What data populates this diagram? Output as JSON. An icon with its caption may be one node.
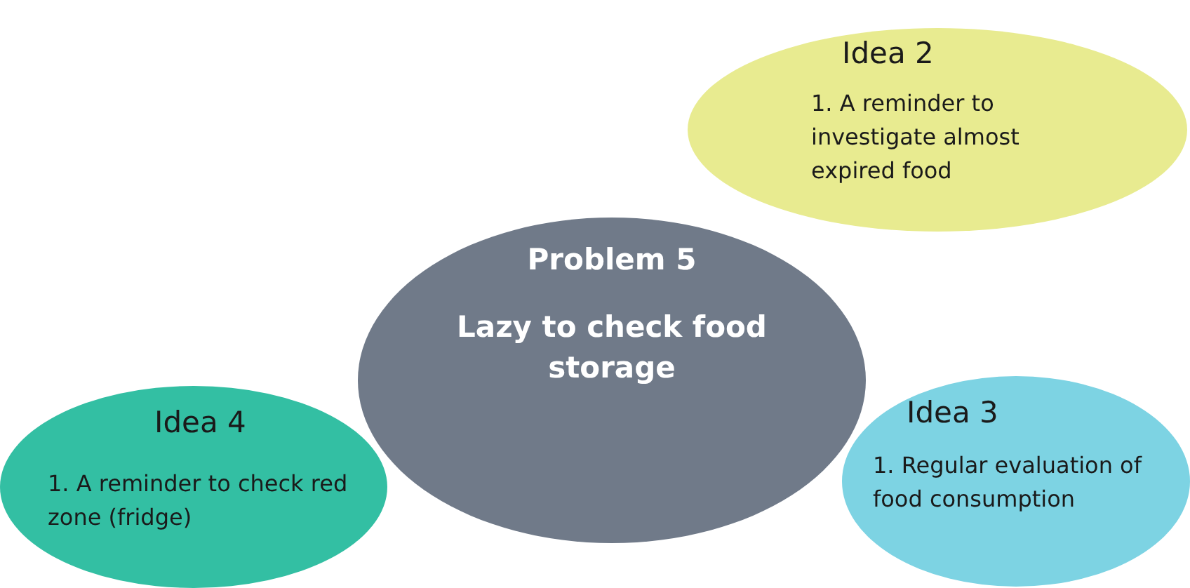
{
  "diagram": {
    "nodes": [
      {
        "text": [
          "Problem 5",
          "Lazy to check food storage"
        ]
      },
      {
        "text": [
          "Idea 2",
          "1. A reminder to investigate almost expired food"
        ]
      },
      {
        "text": [
          "Idea 3",
          "1. Regular evaluation of food consumption"
        ]
      },
      {
        "text": [
          "Idea 4",
          "1. A reminder to check red zone (fridge)"
        ]
      }
    ]
  }
}
